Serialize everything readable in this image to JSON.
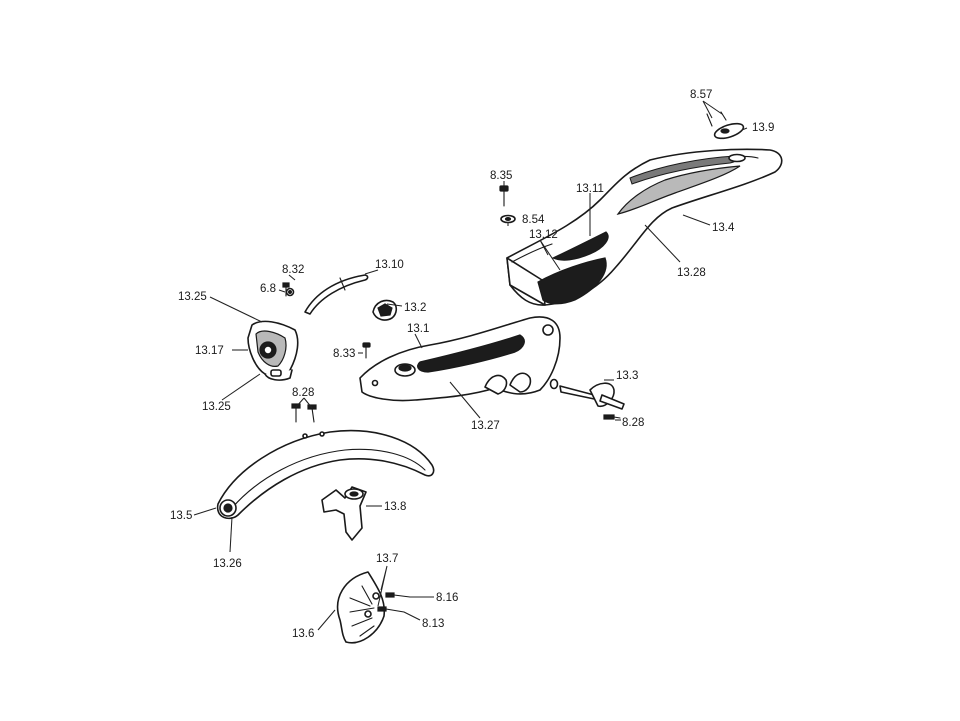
{
  "callouts": [
    {
      "id": "c-8-57",
      "text": "8.57"
    },
    {
      "id": "c-13-9",
      "text": "13.9"
    },
    {
      "id": "c-8-35",
      "text": "8.35"
    },
    {
      "id": "c-13-11",
      "text": "13.11"
    },
    {
      "id": "c-8-54",
      "text": "8.54"
    },
    {
      "id": "c-13-12",
      "text": "13.12"
    },
    {
      "id": "c-13-4",
      "text": "13.4"
    },
    {
      "id": "c-13-28a",
      "text": "13.28"
    },
    {
      "id": "c-8-32",
      "text": "8.32"
    },
    {
      "id": "c-6-8",
      "text": "6.8"
    },
    {
      "id": "c-13-10",
      "text": "13.10"
    },
    {
      "id": "c-13-25a",
      "text": "13.25"
    },
    {
      "id": "c-13-2",
      "text": "13.2"
    },
    {
      "id": "c-13-1",
      "text": "13.1"
    },
    {
      "id": "c-13-17",
      "text": "13.17"
    },
    {
      "id": "c-8-33",
      "text": "8.33"
    },
    {
      "id": "c-13-25b",
      "text": "13.25"
    },
    {
      "id": "c-8-28a",
      "text": "8.28"
    },
    {
      "id": "c-13-3",
      "text": "13.3"
    },
    {
      "id": "c-13-27",
      "text": "13.27"
    },
    {
      "id": "c-8-28b",
      "text": "8.28"
    },
    {
      "id": "c-13-5",
      "text": "13.5"
    },
    {
      "id": "c-13-8",
      "text": "13.8"
    },
    {
      "id": "c-13-26",
      "text": "13.26"
    },
    {
      "id": "c-13-7",
      "text": "13.7"
    },
    {
      "id": "c-8-16",
      "text": "8.16"
    },
    {
      "id": "c-13-6",
      "text": "13.6"
    },
    {
      "id": "c-8-13",
      "text": "8.13"
    }
  ]
}
